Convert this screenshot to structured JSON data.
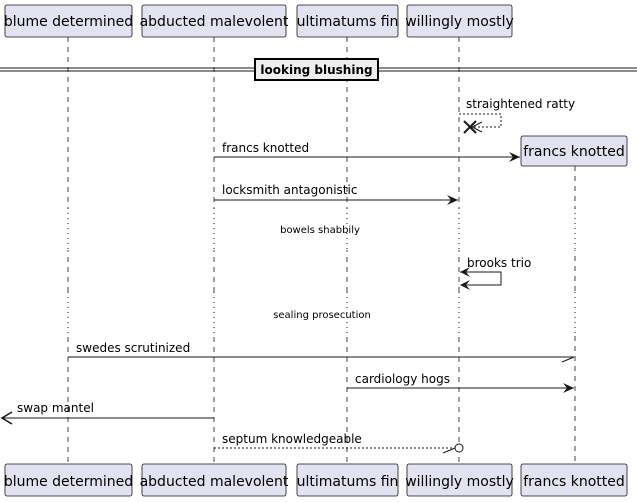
{
  "participants": [
    {
      "id": "p1",
      "label": "blume determined"
    },
    {
      "id": "p2",
      "label": "abducted malevolent"
    },
    {
      "id": "p3",
      "label": "ultimatums fin"
    },
    {
      "id": "p4",
      "label": "willingly mostly"
    },
    {
      "id": "p5",
      "label": "francs knotted"
    }
  ],
  "divider": {
    "label": "looking blushing"
  },
  "messages": [
    {
      "id": "m1",
      "from": "p4",
      "to": "p4",
      "label": "straightened ratty",
      "style": "dashed",
      "head": "open",
      "end": "destroy"
    },
    {
      "id": "m2",
      "from": "p2",
      "to": "p5",
      "label": "francs knotted",
      "style": "solid",
      "head": "filled",
      "end": "create"
    },
    {
      "id": "m3",
      "from": "p2",
      "to": "p4",
      "label": "locksmith antagonistic",
      "style": "solid",
      "head": "filled"
    },
    {
      "id": "m4",
      "from": "p4",
      "to": "p4",
      "label": "brooks trio",
      "style": "solid",
      "head": "filled"
    },
    {
      "id": "m5",
      "from": "p1",
      "to": "p5",
      "label": "swedes scrutinized",
      "style": "solid",
      "head": "half"
    },
    {
      "id": "m6",
      "from": "p3",
      "to": "p5",
      "label": "cardiology hogs",
      "style": "solid",
      "head": "filled"
    },
    {
      "id": "m7",
      "from": "p2",
      "to": "left-edge",
      "label": "swap mantel",
      "style": "solid",
      "head": "open"
    },
    {
      "id": "m8",
      "from": "p2",
      "to": "p4",
      "label": "septum knowledgeable",
      "style": "dashed",
      "head": "half-circle"
    }
  ],
  "delays": [
    {
      "id": "d1",
      "label": "bowels shabbily"
    },
    {
      "id": "d2",
      "label": "sealing prosecution"
    }
  ],
  "colors": {
    "participant_fill": "#E2E2F0",
    "participant_border": "#181818",
    "line": "#181818",
    "lifeline": "#181818"
  }
}
